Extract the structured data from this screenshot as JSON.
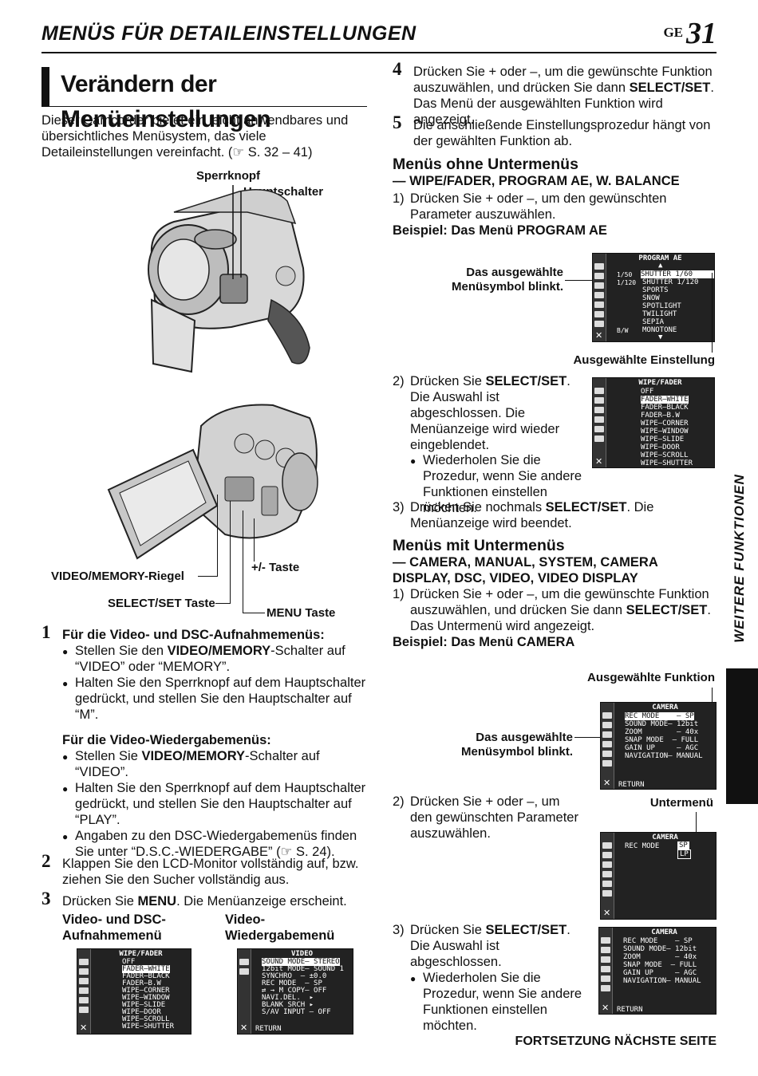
{
  "header": {
    "section": "MENÜS FÜR DETAILEINSTELLUNGEN",
    "lang": "GE",
    "page": "31"
  },
  "title": "Verändern der Menüeinstellungen",
  "intro": "Dieser Camcorder bietet ein leicht anwendbares und übersichtliches Menüsystem, das viele Detaileinstellungen vereinfacht. (☞ S. 32 – 41)",
  "camera_top": {
    "label_lock": "Sperrknopf",
    "label_main": "Hauptschalter"
  },
  "camera_bottom": {
    "label_video_memory": "VIDEO/MEMORY-Riegel",
    "label_plusminus": "+/- Taste",
    "label_select": "SELECT/SET Taste",
    "label_menu": "MENU Taste"
  },
  "left_steps": {
    "s1_num": "1",
    "s1_head": "Für die Video- und DSC-Aufnahmemenüs:",
    "s1_b1_pre": "Stellen Sie den ",
    "s1_b1_bold": "VIDEO/MEMORY",
    "s1_b1_post": "-Schalter auf “VIDEO” oder “MEMORY”.",
    "s1_b2": "Halten Sie den Sperrknopf auf dem Hauptschalter gedrückt, und stellen Sie den Hauptschalter auf “M”.",
    "s1_head2": "Für die Video-Wiedergabemenüs:",
    "s1_b3_pre": "Stellen Sie ",
    "s1_b3_bold": "VIDEO/MEMORY",
    "s1_b3_post": "-Schalter auf “VIDEO”.",
    "s1_b4": "Halten Sie den Sperrknopf auf dem Hauptschalter gedrückt, und stellen Sie den Hauptschalter auf “PLAY”.",
    "s1_b5": "Angaben zu den DSC-Wiedergabemenüs finden Sie unter “D.S.C.-WIEDERGABE” (☞ S. 24).",
    "s2_num": "2",
    "s2": "Klappen Sie den LCD-Monitor vollständig auf, bzw. ziehen Sie den Sucher vollständig aus.",
    "s3_num": "3",
    "s3_pre": "Drücken Sie ",
    "s3_bold": "MENU",
    "s3_post": ". Die Menüanzeige erscheint.",
    "cap_left": "Video- und DSC-Aufnahmemenü",
    "cap_right": "Video-Wiedergabemenü"
  },
  "right": {
    "s4_num": "4",
    "s4_pre": "Drücken Sie + oder –, um die gewünschte Funktion auszuwählen, und drücken Sie dann ",
    "s4_bold": "SELECT/SET",
    "s4_post": ". Das Menü der ausgewählten Funktion wird angezeigt.",
    "s5_num": "5",
    "s5": "Die anschließende Einstellungsprozedur hängt von der gewählten Funktion ab.",
    "h_no_sub": "Menüs ohne Untermenüs",
    "h_no_sub_items": "— WIPE/FADER, PROGRAM AE, W. BALANCE",
    "ns1_num": "1)",
    "ns1": "Drücken Sie + oder –, um den gewünschten Parameter auszuwählen.",
    "ex1": "Beispiel:  Das Menü PROGRAM AE",
    "lbl_blink1": "Das ausgewählte Menüsymbol blinkt.",
    "lbl_selected_setting": "Ausgewählte Einstellung",
    "ns2_num": "2)",
    "ns2_pre": "Drücken Sie ",
    "ns2_bold": "SELECT/SET",
    "ns2_post": ". Die Auswahl ist abgeschlossen. Die Menüanzeige wird wieder eingeblendet.",
    "ns2_b": "Wiederholen Sie die Prozedur, wenn Sie andere Funktionen einstellen möchten.",
    "ns3_num": "3)",
    "ns3_pre": "Drücken Sie nochmals ",
    "ns3_bold": "SELECT/SET",
    "ns3_post": ". Die Menüanzeige wird beendet.",
    "h_sub": "Menüs mit Untermenüs",
    "h_sub_items": "— CAMERA, MANUAL, SYSTEM, CAMERA DISPLAY, DSC, VIDEO, VIDEO DISPLAY",
    "ws1_num": "1)",
    "ws1_pre": "Drücken Sie + oder –, um die gewünschte Funktion auszuwählen, und drücken Sie dann ",
    "ws1_bold": "SELECT/SET",
    "ws1_post": ". Das Untermenü wird angezeigt.",
    "ex2": "Beispiel: Das Menü CAMERA",
    "lbl_selected_function": "Ausgewählte Funktion",
    "lbl_blink2": "Das ausgewählte Menüsymbol blinkt.",
    "ws2_num": "2)",
    "ws2": "Drücken Sie + oder –, um den gewünschten Parameter auszuwählen.",
    "lbl_submenu": "Untermenü",
    "ws3_num": "3)",
    "ws3_pre": "Drücken Sie ",
    "ws3_bold": "SELECT/SET",
    "ws3_post": ". Die Auswahl ist abgeschlossen.",
    "ws3_b": "Wiederholen Sie die Prozedur, wenn Sie andere Funktionen einstellen möchten."
  },
  "menus": {
    "program_ae": {
      "title": "PROGRAM AE",
      "left": [
        "1/50",
        "1/120",
        "",
        "",
        "",
        "",
        "",
        "B/W"
      ],
      "items": [
        "SHUTTER 1/60",
        "SHUTTER 1/120",
        "SPORTS",
        "SNOW",
        "SPOTLIGHT",
        "TWILIGHT",
        "SEPIA",
        "MONOTONE"
      ]
    },
    "wipe_fader": {
      "title": "WIPE/FADER",
      "items": [
        "OFF",
        "FADER–WHITE",
        "FADER–BLACK",
        "FADER–B.W",
        "WIPE–CORNER",
        "WIPE–WINDOW",
        "WIPE–SLIDE",
        "WIPE–DOOR",
        "WIPE–SCROLL",
        "WIPE–SHUTTER"
      ]
    },
    "video": {
      "title": "VIDEO",
      "items": [
        "SOUND MODE– STEREO",
        "12bit MODE– SOUND 1",
        "SYNCHRO  – ±0.0",
        "REC MODE  – SP",
        "⇄ → M COPY– OFF",
        "NAVI.DEL.  ▸",
        "BLANK SRCH ▸",
        "S/AV INPUT – OFF"
      ],
      "return": "RETURN"
    },
    "camera": {
      "title": "CAMERA",
      "items": [
        "REC MODE    – SP",
        "SOUND MODE– 12bit",
        "ZOOM        – 40x",
        "SNAP MODE  – FULL",
        "GAIN UP     – AGC",
        "NAVIGATION– MANUAL"
      ],
      "return": "RETURN"
    },
    "camera_sub": {
      "title": "CAMERA",
      "items": [
        "REC MODE"
      ],
      "opts": [
        "SP",
        "LP"
      ]
    }
  },
  "side_tab": "WEITERE FUNKTIONEN",
  "footer": "FORTSETZUNG NÄCHSTE SEITE"
}
